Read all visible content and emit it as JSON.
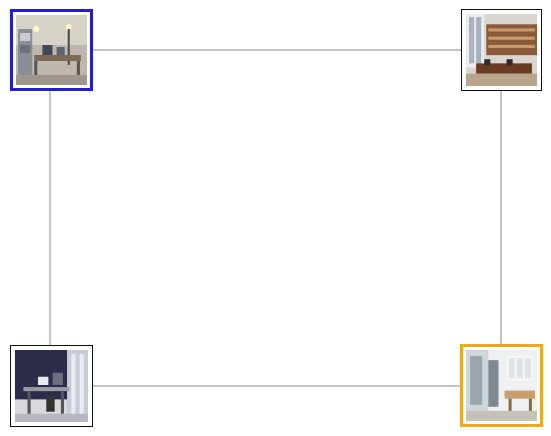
{
  "diagram": {
    "edge_color": "#888888",
    "nodes": [
      {
        "id": "top-left",
        "scene": "lab-room-with-lamps",
        "highlight": "blue",
        "border_color": "#1f1fd1"
      },
      {
        "id": "top-right",
        "scene": "library-reading-room",
        "highlight": "none",
        "border_color": "#111111"
      },
      {
        "id": "bottom-left",
        "scene": "computer-room-dark-wall",
        "highlight": "none",
        "border_color": "#111111"
      },
      {
        "id": "bottom-right",
        "scene": "bright-office-corridor",
        "highlight": "orange",
        "border_color": "#f2a71b"
      }
    ],
    "edges": [
      {
        "from": "top-left",
        "to": "top-right"
      },
      {
        "from": "top-left",
        "to": "bottom-left"
      },
      {
        "from": "top-right",
        "to": "bottom-right"
      },
      {
        "from": "bottom-left",
        "to": "bottom-right"
      }
    ]
  }
}
